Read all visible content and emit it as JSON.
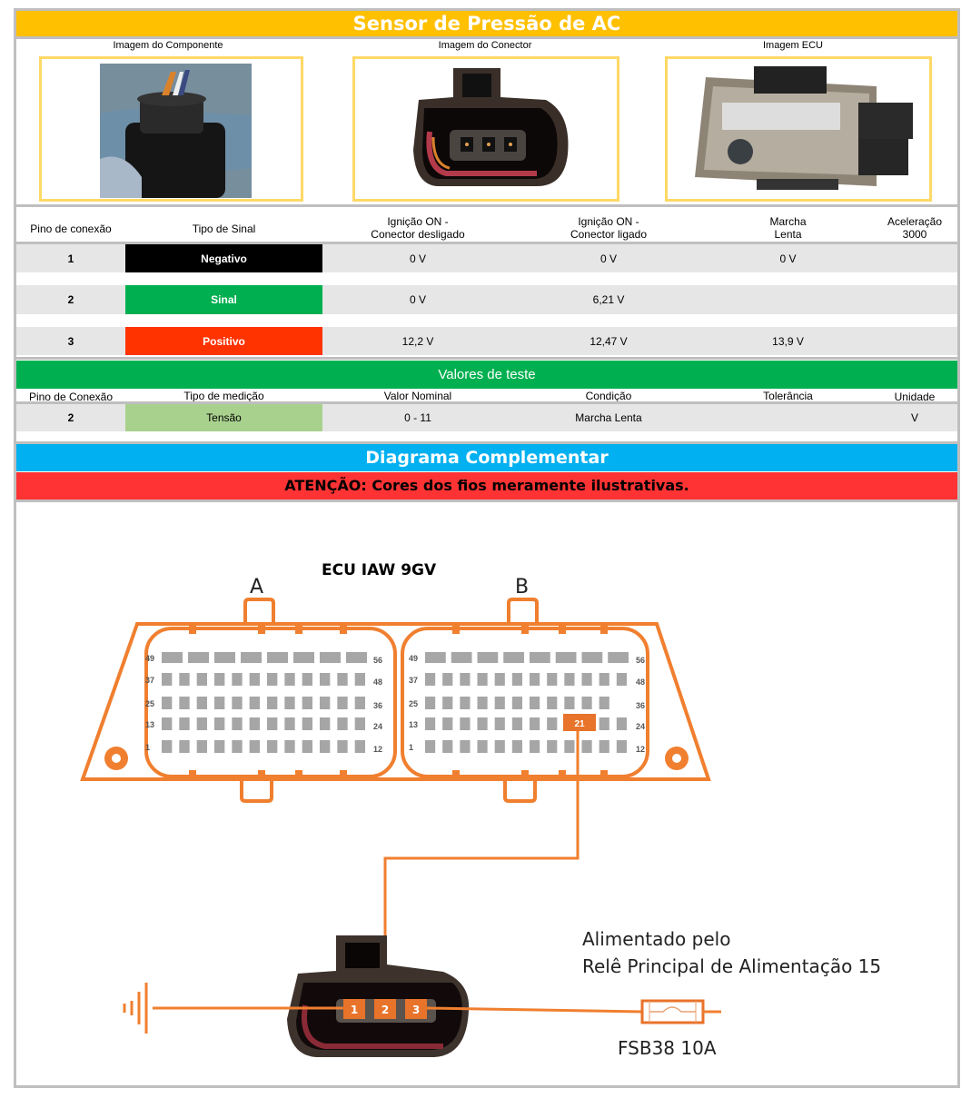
{
  "title": "Sensor de Pressão de AC",
  "images": {
    "component_label": "Imagem do Componente",
    "connector_label": "Imagem do Conector",
    "ecu_label": "Imagem ECU"
  },
  "signals_table": {
    "headers": [
      "Pino de conexão",
      "Tipo de Sinal",
      "Ignição ON -\nConector desligado",
      "Ignição ON -\nConector ligado",
      "Marcha\nLenta",
      "Aceleração\n3000"
    ],
    "header_lines": {
      "pin": "Pino de conexão",
      "type": "Tipo de Sinal",
      "ign_off_1": "Ignição ON -",
      "ign_off_2": "Conector desligado",
      "ign_on_1": "Ignição ON -",
      "ign_on_2": "Conector ligado",
      "idle_1": "Marcha",
      "idle_2": "Lenta",
      "accel_1": "Aceleração",
      "accel_2": "3000"
    },
    "rows": [
      {
        "pin": "1",
        "type": "Negativo",
        "type_color": "#000000",
        "ign_off": "0 V",
        "ign_on": "0 V",
        "idle": "0 V",
        "accel": ""
      },
      {
        "pin": "2",
        "type": "Sinal",
        "type_color": "#00b050",
        "ign_off": "0 V",
        "ign_on": "6,21 V",
        "idle": "",
        "accel": ""
      },
      {
        "pin": "3",
        "type": "Positivo",
        "type_color": "#ff3300",
        "ign_off": "12,2 V",
        "ign_on": "12,47 V",
        "idle": "13,9 V",
        "accel": ""
      }
    ]
  },
  "test_values": {
    "title": "Valores de teste",
    "headers": {
      "pin": "Pino de Conexão",
      "type": "Tipo de medição",
      "nominal": "Valor Nominal",
      "condition": "Condição",
      "tolerance": "Tolerância",
      "unit": "Unidade"
    },
    "rows": [
      {
        "pin": "2",
        "type": "Tensão",
        "type_color": "#a9d18e",
        "nominal": "0 - 11",
        "condition": "Marcha Lenta",
        "tolerance": "",
        "unit": "V"
      }
    ]
  },
  "diagram": {
    "title": "Diagrama Complementar",
    "warning": "ATENÇÃO: Cores dos fios meramente ilustrativas.",
    "ecu_name": "ECU IAW 9GV",
    "connector_a": "A",
    "connector_b": "B",
    "row_labels_left": [
      "49",
      "37",
      "25",
      "13",
      "1"
    ],
    "row_labels_right": [
      "56",
      "48",
      "36",
      "24",
      "12"
    ],
    "highlighted_pin": "21",
    "sensor_pins": [
      "1",
      "2",
      "3"
    ],
    "supply_line1": "Alimentado pelo",
    "supply_line2": "Relê Principal de Alimentação 15",
    "fuse": "FSB38 10A",
    "wire_color": "#f07f2f"
  }
}
